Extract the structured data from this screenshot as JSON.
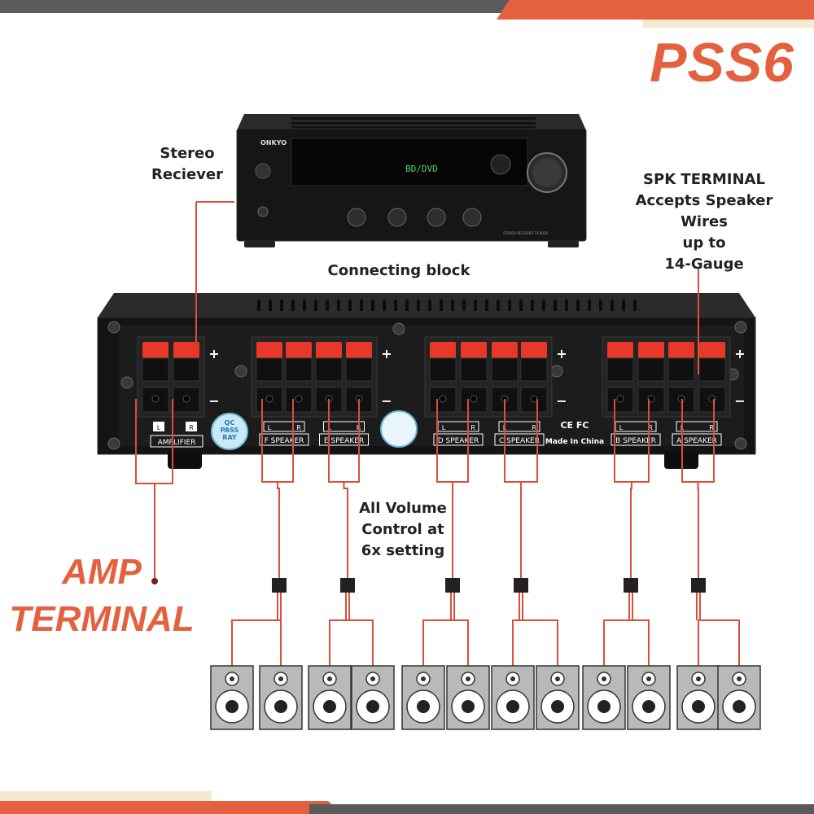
{
  "brand": "PSS6",
  "colors": {
    "accent": "#e4613f",
    "wire": "#d8503a",
    "speaker_fill": "#b9b9b9",
    "device_body": "#161616",
    "band_dark": "#5b5b5b",
    "band_light": "#f3ead0"
  },
  "labels": {
    "stereo_receiver": [
      "Stereo",
      "Reciever"
    ],
    "connecting_block": "Connecting block",
    "spk_terminal": [
      "SPK TERMINAL",
      "Accepts Speaker",
      "Wires",
      "up to",
      "14-Gauge"
    ],
    "volume_control": [
      "All Volume",
      "Control at",
      "6x setting"
    ],
    "amp_terminal": [
      "AMP",
      "TERMINAL"
    ]
  },
  "receiver": {
    "brand": "ONKYO",
    "display_text": "BD/DVD",
    "model_label": "STEREO RECEIVER TX-8020"
  },
  "selector": {
    "plus": "+",
    "minus": "−",
    "amplifier_label": "AMPLIFIER",
    "left": "L",
    "right": "R",
    "zones": [
      "F SPEAKER",
      "E SPEAKER",
      "D SPEAKER",
      "C SPEAKER",
      "B SPEAKER",
      "A SPEAKER"
    ],
    "qc_badge": [
      "QC",
      "PASS",
      "RAY"
    ],
    "made_in": "Made In China",
    "cert_marks": "CE FC"
  },
  "speaker_count": 12
}
